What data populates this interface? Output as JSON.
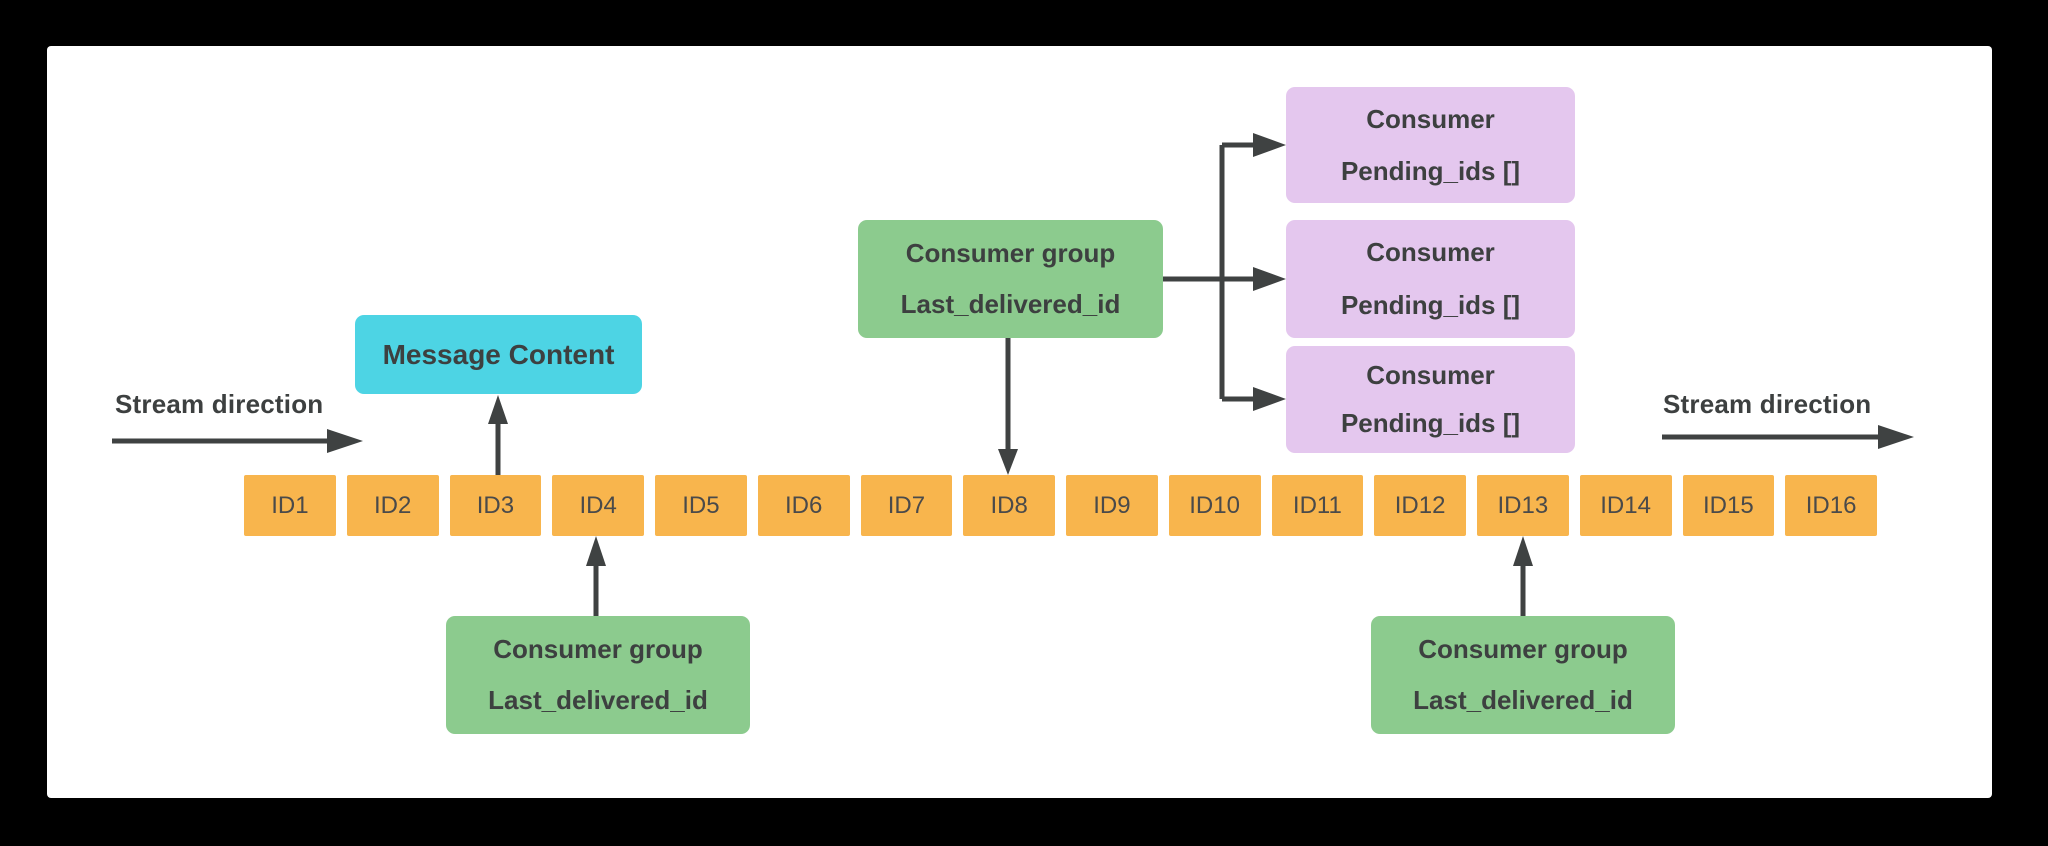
{
  "diagram": {
    "stream_direction_left": "Stream direction",
    "stream_direction_right": "Stream direction",
    "message_box": {
      "label": "Message Content"
    },
    "stream_ids": [
      "ID1",
      "ID2",
      "ID3",
      "ID4",
      "ID5",
      "ID6",
      "ID7",
      "ID8",
      "ID9",
      "ID10",
      "ID11",
      "ID12",
      "ID13",
      "ID14",
      "ID15",
      "ID16"
    ],
    "consumer_group_top": {
      "title": "Consumer group",
      "field": "Last_delivered_id"
    },
    "consumer_group_bottom_left": {
      "title": "Consumer group",
      "field": "Last_delivered_id"
    },
    "consumer_group_bottom_right": {
      "title": "Consumer group",
      "field": "Last_delivered_id"
    },
    "consumers": [
      {
        "title": "Consumer",
        "field": "Pending_ids []"
      },
      {
        "title": "Consumer",
        "field": "Pending_ids []"
      },
      {
        "title": "Consumer",
        "field": "Pending_ids []"
      }
    ],
    "colors": {
      "background": "#000000",
      "canvas": "#ffffff",
      "stream_box": "#F8B54D",
      "message_box": "#4DD4E4",
      "consumer_group_box": "#8CCB8E",
      "consumer_box": "#E4C7EE",
      "arrow": "#3F4242",
      "text": "#3D4040",
      "id_text": "#4A4A4A"
    }
  }
}
